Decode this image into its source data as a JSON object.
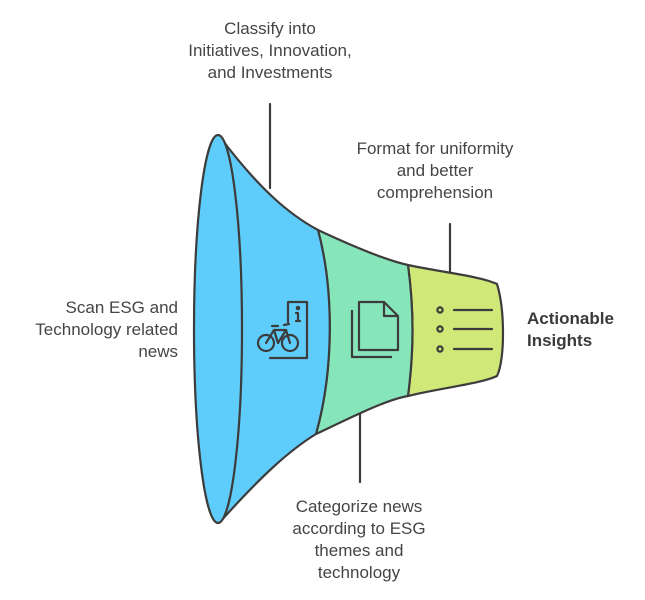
{
  "stages": {
    "classify": "Classify into\nInitiatives, Innovation,\nand Investments",
    "format": "Format for uniformity\nand better\ncomprehension",
    "scan": "Scan ESG and\nTechnology related\nnews",
    "categorize": "Categorize news\naccording to ESG\nthemes and\ntechnology",
    "output": "Actionable\nInsights"
  },
  "icons": {
    "stage1": "bicycle-info-icon",
    "stage2": "documents-icon",
    "stage3": "list-icon"
  },
  "colors": {
    "stage1": "#5fcdfb",
    "stage2": "#86e6ba",
    "stage3": "#cfe877",
    "outline": "#3c3c3c"
  }
}
